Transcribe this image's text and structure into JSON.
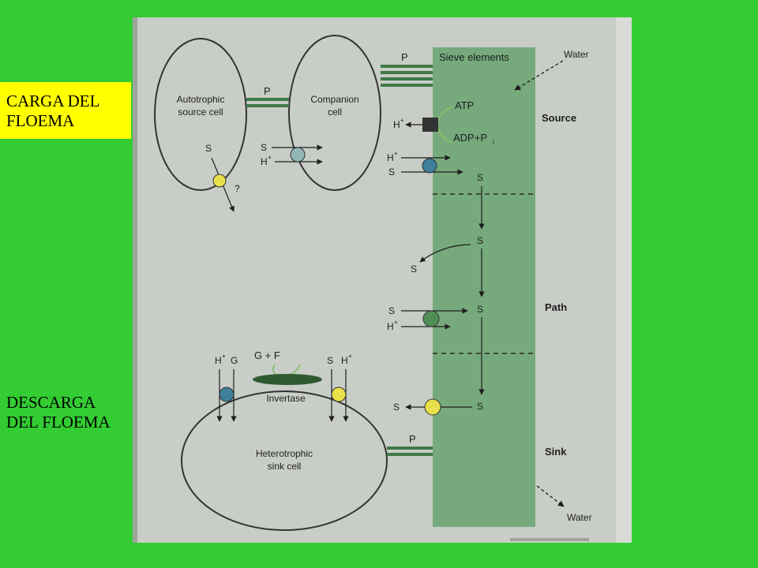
{
  "colors": {
    "background": "#33cc33",
    "label_box": "#ffff00",
    "paper": "#c9cdc7",
    "sieve_column": "#76aa7c",
    "membrane_stroke": "#333333",
    "carrier_light": "#8fb8b6",
    "carrier_blue": "#3f7f9c",
    "carrier_green": "#4f8f55",
    "carrier_yellow": "#e8e04a",
    "invertase": "#2f5a30",
    "atp_pump": "#333333"
  },
  "labels": {
    "loading": [
      "CARGA DEL",
      "FLOEMA"
    ],
    "unloading": [
      "DESCARGA",
      "DEL FLOEMA"
    ]
  },
  "diagram": {
    "sieve_elements": "Sieve elements",
    "water": "Water",
    "source": "Source",
    "path": "Path",
    "sink": "Sink",
    "autotrophic_line1": "Autotrophic",
    "autotrophic_line2": "source cell",
    "companion_line1": "Companion",
    "companion_line2": "cell",
    "heterotrophic_line1": "Heterotrophic",
    "heterotrophic_line2": "sink cell",
    "invertase": "Invertase",
    "g_plus_f": "G + F",
    "atp": "ATP",
    "adp_pi": "ADP+P",
    "adp_sub": "i",
    "plasmodesma": "P",
    "sucrose": "S",
    "proton": "H",
    "proton_sup": "+",
    "glucose": "G",
    "question": "?"
  }
}
